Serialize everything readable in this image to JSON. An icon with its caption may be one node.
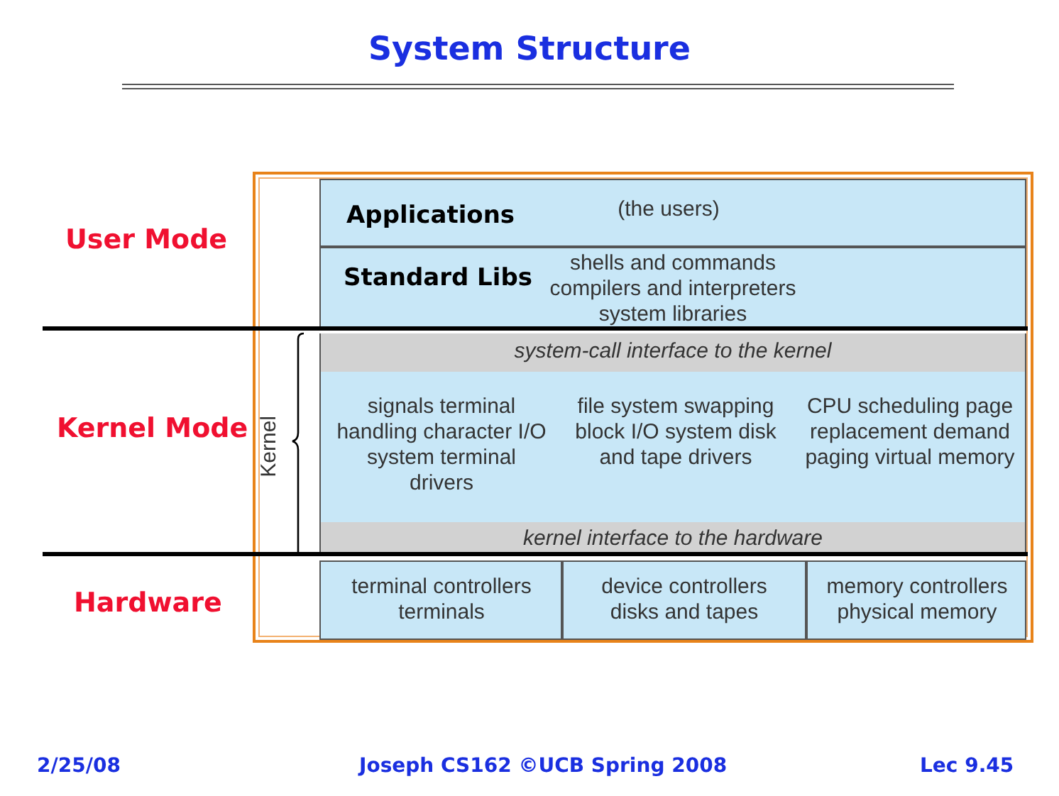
{
  "diagram": {
    "title": "System Structure",
    "nodes": [
      {
        "text": [],
        "shape": "box"
      },
      {
        "text": [
          "Applications",
          "(the users)"
        ],
        "in": 0
      },
      {
        "text": [
          "Standard Libs",
          "shells and commands compilers and interpreters system libraries"
        ],
        "in": 0
      },
      {
        "text": [
          "system-call interface to the kernel"
        ],
        "in": 0
      },
      {
        "text": [
          "signals terminal handling character I/O system terminal drivers",
          "file system swapping block I/O system disk and tape drivers",
          "CPU scheduling page replacement demand paging virtual memory"
        ],
        "in": 0
      },
      {
        "text": [
          "kernel interface to the hardware"
        ],
        "in": 0
      },
      {
        "text": [
          "terminal controllers terminals"
        ],
        "in": 0
      },
      {
        "text": [
          "device controllers disks and tapes"
        ],
        "in": 0
      },
      {
        "text": [
          "memory controllers physical memory"
        ],
        "in": 0
      }
    ],
    "edges": [],
    "labels": [
      "User Mode",
      "Kernel",
      "Kernel Mode",
      "Hardware",
      "2/25/08",
      "Joseph CS162 ©UCB Spring 2008",
      "Lec 9.45"
    ]
  }
}
